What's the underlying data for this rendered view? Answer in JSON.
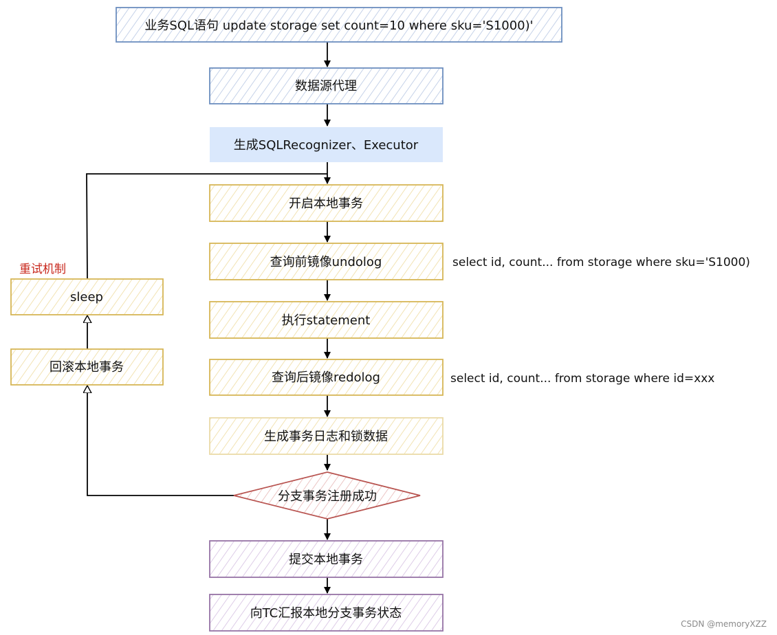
{
  "nodes": {
    "business_sql": "业务SQL语句 update storage set count=10 where sku='S1000)'",
    "datasource_proxy": "数据源代理",
    "gen_recognizer": "生成SQLRecognizer、Executor",
    "start_local_tx": "开启本地事务",
    "query_before_image": "查询前镜像undolog",
    "execute_statement": "执行statement",
    "query_after_image": "查询后镜像redolog",
    "gen_tx_log_lock": "生成事务日志和锁数据",
    "branch_register_success": "分支事务注册成功",
    "commit_local_tx": "提交本地事务",
    "report_to_tc": "向TC汇报本地分支事务状态",
    "rollback_local_tx": "回滚本地事务",
    "sleep": "sleep"
  },
  "notes": {
    "before_image_sql": "select id, count... from storage where sku='S1000)",
    "after_image_sql": "select id, count... from storage where id=xxx",
    "retry_mechanism": "重试机制"
  },
  "watermark": "CSDN @memoryXZZ",
  "colors": {
    "blue_border": "#6c8ebf",
    "blue_hatch": "#b7c7e3",
    "blue_solid_fill": "#dae8fc",
    "yellow_border": "#d6b656",
    "yellow_hatch": "#efdca0",
    "red_border": "#b85450",
    "red_hatch": "#e7b7b5",
    "purple_border": "#9673a6",
    "purple_hatch": "#d5c0e2",
    "retry_text": "#c8281d",
    "line": "#000000"
  }
}
